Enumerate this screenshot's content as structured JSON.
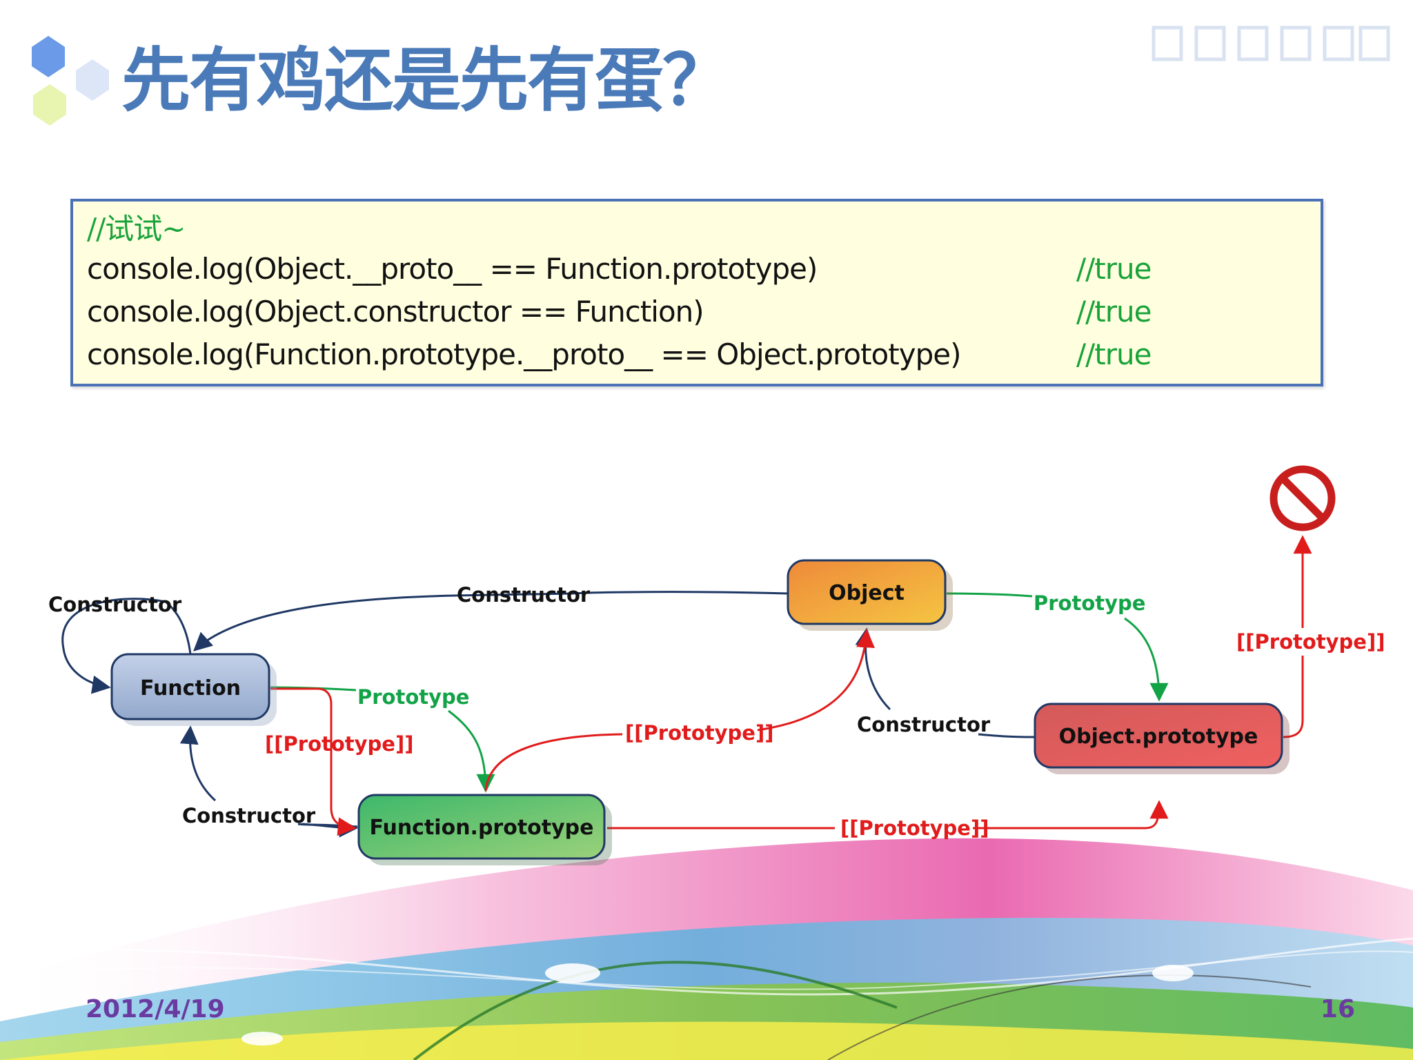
{
  "slide": {
    "title": "先有鸡还是先有蛋？",
    "date": "2012/4/19",
    "page_number": "16"
  },
  "code": {
    "header": "//试试~",
    "lines": [
      {
        "code": "console.log(Object.__proto__ == Function.prototype)",
        "comment": "//true"
      },
      {
        "code": "console.log(Object.constructor == Function)",
        "comment": "//true"
      },
      {
        "code": "console.log(Function.prototype.__proto__ == Object.prototype)",
        "comment": "//true"
      }
    ]
  },
  "diagram": {
    "nodes": {
      "function": "Function",
      "object": "Object",
      "function_prototype": "Function.prototype",
      "object_prototype": "Object.prototype"
    },
    "labels": {
      "constructor_self": "Constructor",
      "constructor_object_to_function": "Constructor",
      "constructor_fp_to_function": "Constructor",
      "constructor_op_to_object": "Constructor",
      "prototype_function": "Prototype",
      "prototype_object": "Prototype",
      "proto_function_fp": "[[Prototype]]",
      "proto_fp_object": "[[Prototype]]",
      "proto_fp_op": "[[Prototype]]",
      "proto_op_null": "[[Prototype]]"
    },
    "null_symbol": "prohibited-icon"
  },
  "colors": {
    "title": "#4a7ab8",
    "constructor_edge": "#1f3864",
    "prototype_edge": "#12a347",
    "proto_chain_edge": "#e11b1b",
    "function_node": "#a9bbd8",
    "object_node": "#f0a03a",
    "function_prototype_node": "#4fbf72",
    "object_prototype_node": "#e06565"
  }
}
